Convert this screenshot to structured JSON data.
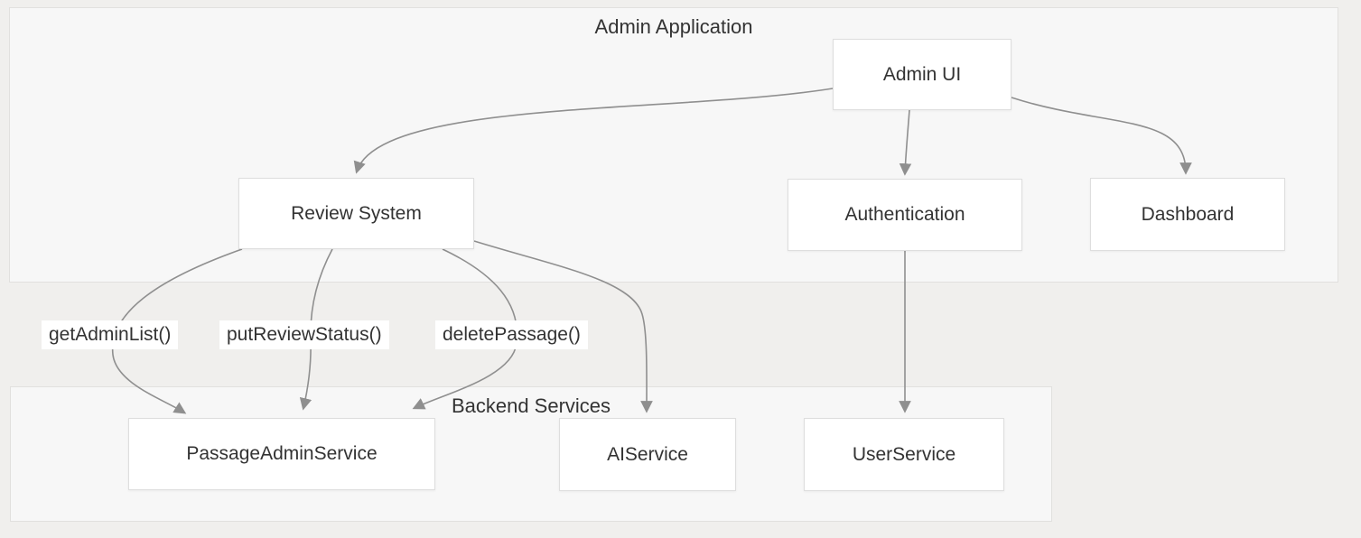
{
  "subgraphs": {
    "admin_application": {
      "label": "Admin Application"
    },
    "backend_services": {
      "label": "Backend Services"
    }
  },
  "nodes": {
    "admin_ui": {
      "label": "Admin UI"
    },
    "review_system": {
      "label": "Review System"
    },
    "authentication": {
      "label": "Authentication"
    },
    "dashboard": {
      "label": "Dashboard"
    },
    "passage_admin_service": {
      "label": "PassageAdminService"
    },
    "ai_service": {
      "label": "AIService"
    },
    "user_service": {
      "label": "UserService"
    }
  },
  "edges": [
    {
      "from": "admin_ui",
      "to": "review_system"
    },
    {
      "from": "admin_ui",
      "to": "authentication"
    },
    {
      "from": "admin_ui",
      "to": "dashboard"
    },
    {
      "from": "review_system",
      "to": "passage_admin_service",
      "label": "getAdminList()"
    },
    {
      "from": "review_system",
      "to": "passage_admin_service",
      "label": "putReviewStatus()"
    },
    {
      "from": "review_system",
      "to": "passage_admin_service",
      "label": "deletePassage()"
    },
    {
      "from": "review_system",
      "to": "ai_service"
    },
    {
      "from": "authentication",
      "to": "user_service"
    }
  ],
  "colors": {
    "canvas_background": "#f0efed",
    "subgraph_fill": "#f7f7f7",
    "subgraph_border": "#e1e0de",
    "node_fill": "#ffffff",
    "node_border": "#dedede",
    "text": "#333333",
    "edge": "#8f8f8f"
  }
}
